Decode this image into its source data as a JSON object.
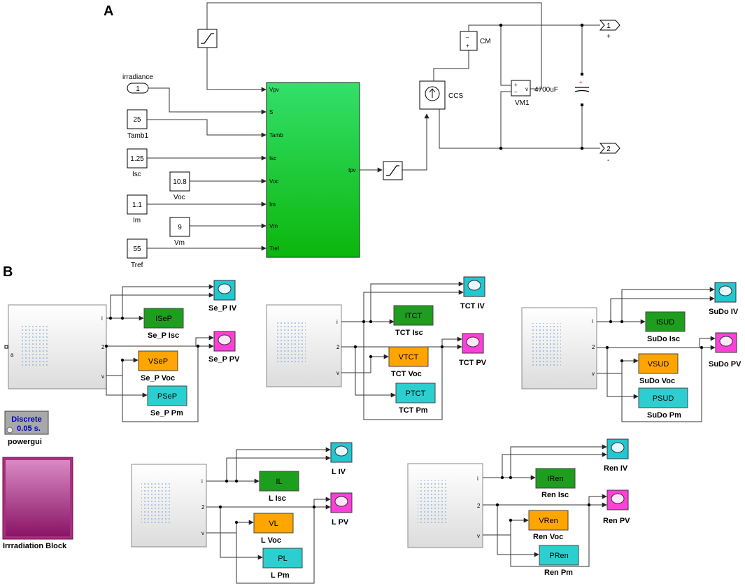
{
  "panel_a": {
    "label": "A",
    "inport_irradiance": {
      "name": "irradiance",
      "value": "1"
    },
    "constants": [
      {
        "value": "25",
        "name": "Tamb1"
      },
      {
        "value": "1.25",
        "name": "Isc"
      },
      {
        "value": "10.8",
        "name": "Voc"
      },
      {
        "value": "1.1",
        "name": "Im"
      },
      {
        "value": "9",
        "name": "Vm"
      },
      {
        "value": "55",
        "name": "Tref"
      }
    ],
    "pv_inputs": [
      "Vpv",
      "S",
      "Tamb",
      "Isc",
      "Voc",
      "Im",
      "Vm",
      "Tref"
    ],
    "pv_output": "Ipv",
    "ccs_label": "CCS",
    "cm_label": "CM",
    "vm_label": "VM1",
    "vm_port": "v",
    "cap_label": "4700uF",
    "out1": {
      "num": "1",
      "sign": "+"
    },
    "out2": {
      "num": "2",
      "sign": "-"
    }
  },
  "panel_b": {
    "label": "B",
    "ports": [
      "i",
      "2",
      "v"
    ],
    "extra_port": "a",
    "groups": [
      {
        "isc": "ISeP",
        "voc": "VSeP",
        "pm": "PSeP",
        "isc_label": "Se_P Isc",
        "voc_label": "Se_P Voc",
        "pm_label": "Se_P Pm",
        "iv_label": "Se_P IV",
        "pv_label": "Se_P PV"
      },
      {
        "isc": "ITCT",
        "voc": "VTCT",
        "pm": "PTCT",
        "isc_label": "TCT Isc",
        "voc_label": "TCT Voc",
        "pm_label": "TCT Pm",
        "iv_label": "TCT IV",
        "pv_label": "TCT PV"
      },
      {
        "isc": "ISUD",
        "voc": "VSUD",
        "pm": "PSUD",
        "isc_label": "SuDo Isc",
        "voc_label": "SuDo Voc",
        "pm_label": "SuDo Pm",
        "iv_label": "SuDo IV",
        "pv_label": "SuDo PV"
      },
      {
        "isc": "IL",
        "voc": "VL",
        "pm": "PL",
        "isc_label": "L Isc",
        "voc_label": "L Voc",
        "pm_label": "L Pm",
        "iv_label": "L IV",
        "pv_label": "L PV"
      },
      {
        "isc": "IRen",
        "voc": "VRen",
        "pm": "PRen",
        "isc_label": "Ren Isc",
        "voc_label": "Ren Voc",
        "pm_label": "Ren Pm",
        "iv_label": "Ren IV",
        "pv_label": "Ren PV"
      }
    ],
    "powergui": {
      "line1": "Discrete",
      "line2": "0.05 s.",
      "label": "powergui"
    },
    "irradiation_label": "Irrradiation Block"
  },
  "colors": {
    "green_block": "#1a9c1a",
    "orange_block": "#ffa500",
    "cyan_block": "#2ccfcf",
    "scope_cyan": "#22c8d0",
    "scope_magenta": "#ff40d8",
    "pv_green": "#22cc44",
    "irradiation": "#a8307e"
  }
}
